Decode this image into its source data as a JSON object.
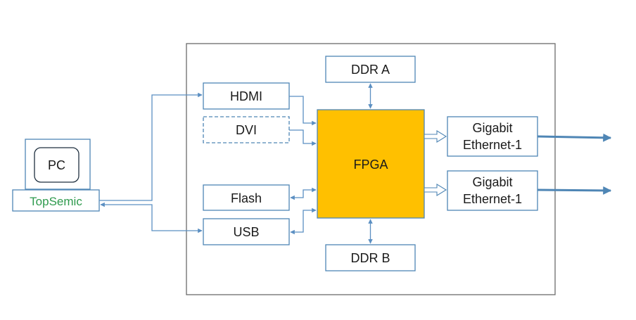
{
  "colors": {
    "block_border": "#4f86b5",
    "connector": "#5b8fc2",
    "board_border": "#6b6b6b",
    "fpga_fill": "#ffc000",
    "brand_text": "#2e9a4d"
  },
  "blocks": {
    "pc": "PC",
    "brand": "TopSemic",
    "hdmi": "HDMI",
    "dvi": "DVI",
    "flash": "Flash",
    "usb": "USB",
    "fpga": "FPGA",
    "ddr_a": "DDR A",
    "ddr_b": "DDR B",
    "eth_top": [
      "Gigabit",
      "Ethernet-1"
    ],
    "eth_bottom": [
      "Gigabit",
      "Ethernet-1"
    ]
  }
}
